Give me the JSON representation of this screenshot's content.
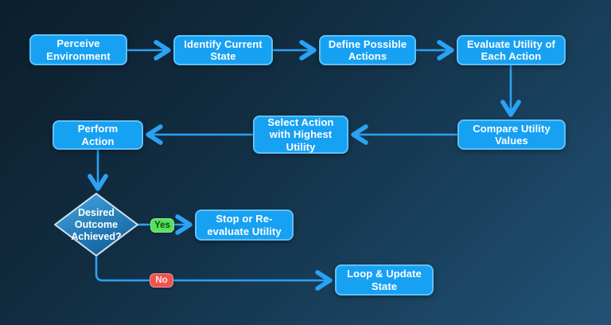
{
  "diagram": {
    "type": "flowchart",
    "colors": {
      "background_start": "#0c1e2c",
      "background_end": "#215276",
      "node_fill": "#17a1f3",
      "node_border": "#5ec1f8",
      "arrow": "#2aa2f5",
      "diamond_fill_top": "#44a7e0",
      "diamond_fill_bottom": "#15639f",
      "diamond_border": "#cfe3ef",
      "yes_pill": "#57e05a",
      "no_pill": "#ef5350"
    },
    "nodes": {
      "perceive": {
        "label": "Perceive\nEnvironment"
      },
      "identify": {
        "label": "Identify Current\nState"
      },
      "define": {
        "label": "Define Possible\nActions"
      },
      "evaluate": {
        "label": "Evaluate Utility of\nEach Action"
      },
      "compare": {
        "label": "Compare Utility\nValues"
      },
      "select": {
        "label": "Select Action\nwith Highest\nUtility"
      },
      "perform": {
        "label": "Perform\nAction"
      },
      "decision": {
        "label": "Desired\nOutcome\nAchieved?"
      },
      "stop": {
        "label": "Stop or Re-\nevaluate Utility"
      },
      "loop": {
        "label": "Loop & Update\nState"
      }
    },
    "edges": {
      "yes": {
        "label": "Yes"
      },
      "no": {
        "label": "No"
      }
    }
  }
}
